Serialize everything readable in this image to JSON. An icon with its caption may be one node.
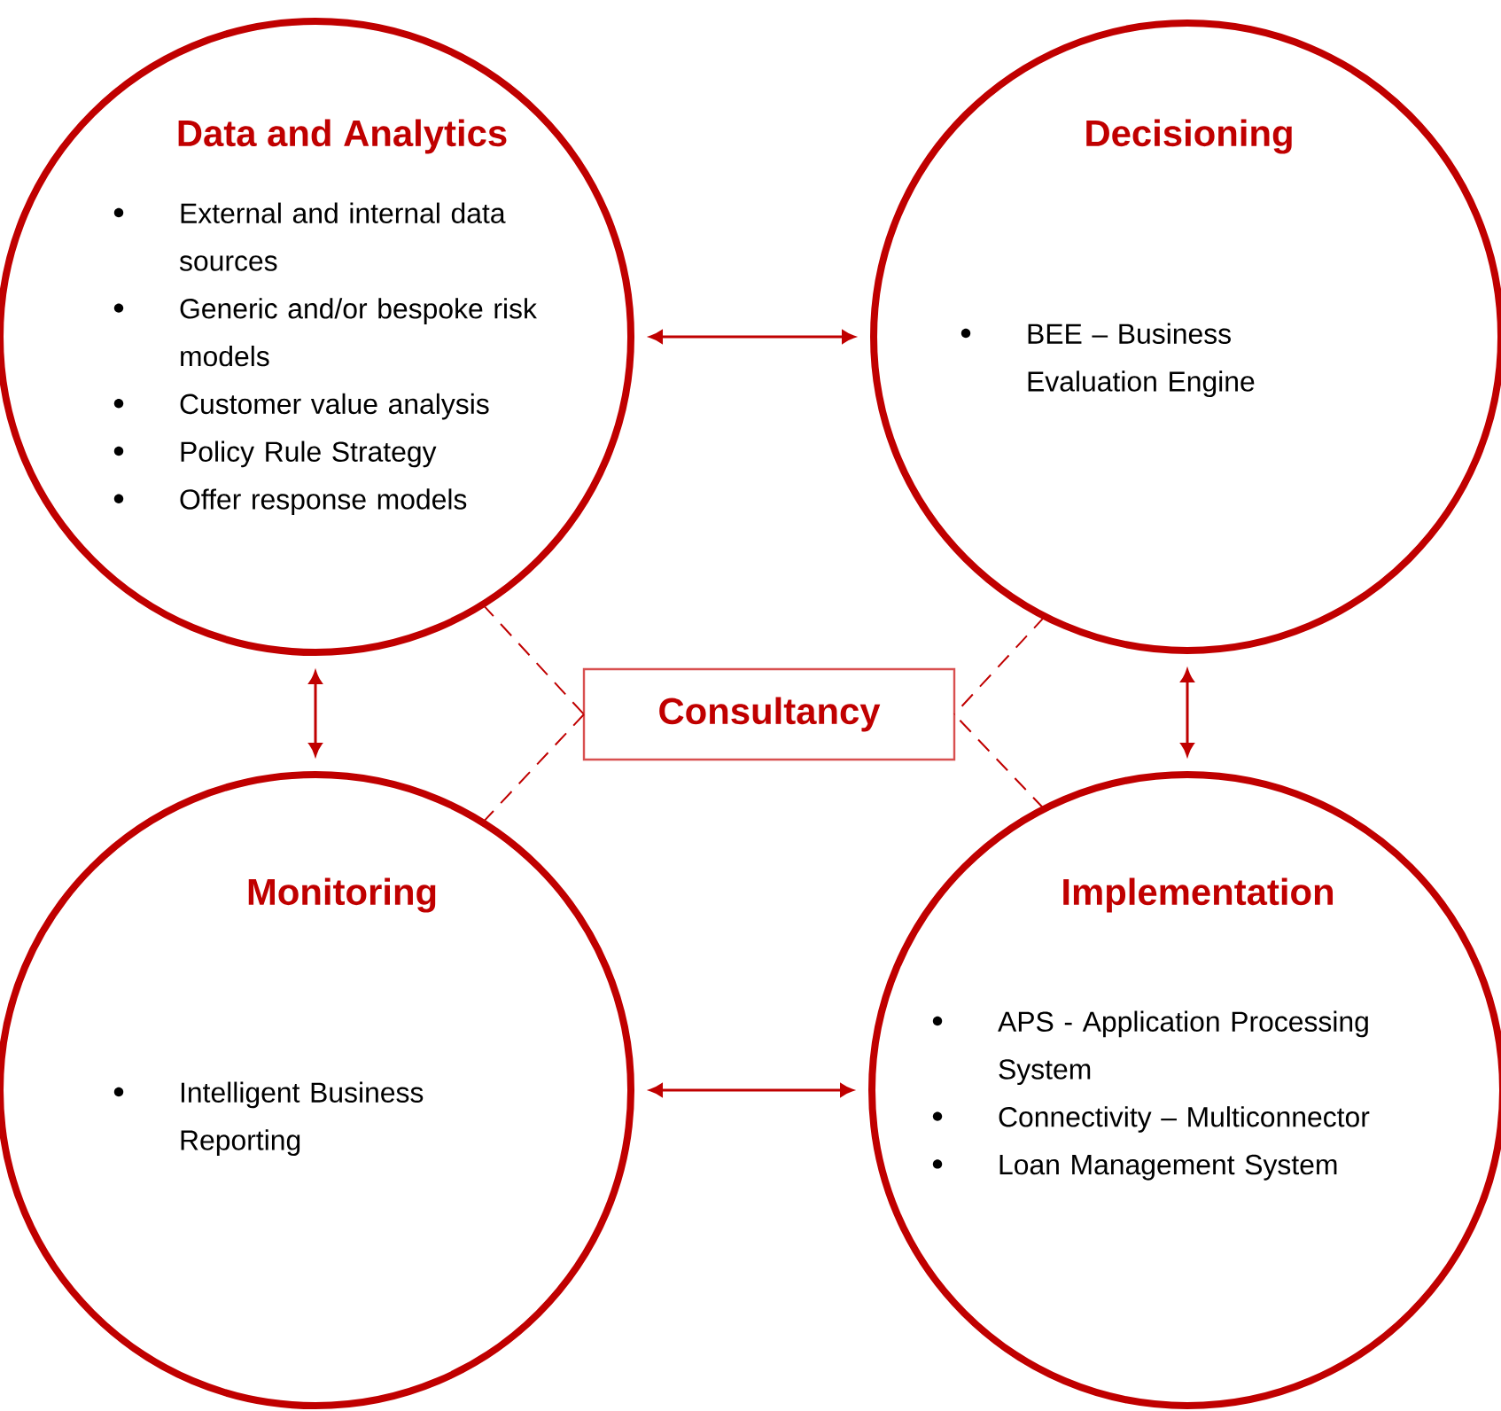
{
  "diagram": {
    "nodes": [
      {
        "text": [
          "Data and Analytics",
          "External and internal data sources",
          "Generic and/or bespoke risk models",
          "Customer value analysis",
          "Policy Rule Strategy",
          "Offer response models"
        ]
      },
      {
        "text": [
          "Decisioning",
          "BEE – Business Evaluation Engine"
        ]
      },
      {
        "text": [
          "Consultancy"
        ]
      },
      {
        "text": [
          "Monitoring",
          "Intelligent Business Reporting"
        ]
      },
      {
        "text": [
          "Implementation",
          "APS - Application Processing System",
          "Connectivity – Multiconnector",
          "Loan Management System"
        ]
      }
    ],
    "edges": [
      {
        "from": 0,
        "to": 1,
        "arrow": "both"
      },
      {
        "from": 0,
        "to": 3,
        "arrow": "both"
      },
      {
        "from": 1,
        "to": 4,
        "arrow": "both"
      },
      {
        "from": 3,
        "to": 4,
        "arrow": "both"
      },
      {
        "from": 0,
        "to": 2,
        "arrow": "none",
        "style": "dashed"
      },
      {
        "from": 1,
        "to": 2,
        "arrow": "none",
        "style": "dashed"
      },
      {
        "from": 3,
        "to": 2,
        "arrow": "none",
        "style": "dashed"
      },
      {
        "from": 4,
        "to": 2,
        "arrow": "none",
        "style": "dashed"
      }
    ]
  }
}
